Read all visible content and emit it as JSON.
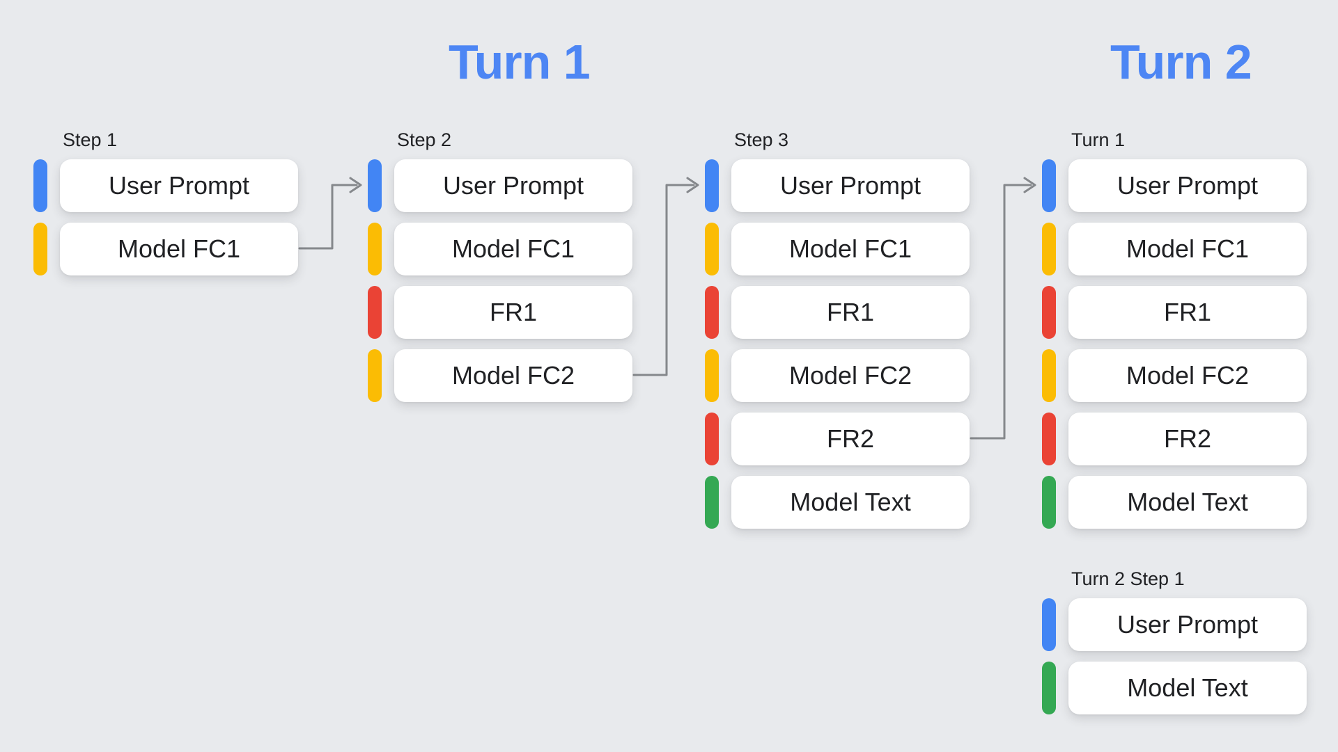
{
  "palette": {
    "blue": "#4285F4",
    "yellow": "#FBBC04",
    "red": "#EA4335",
    "green": "#34A853",
    "title_blue": "#4D86F4",
    "connector_gray": "#85888C",
    "background": "#E8EAED",
    "text": "#202124",
    "box_background": "#FFFFFF"
  },
  "titles": {
    "turn1": "Turn 1",
    "turn2": "Turn 2"
  },
  "columns": [
    {
      "label": "Step 1",
      "items": [
        {
          "label": "User Prompt",
          "color": "blue"
        },
        {
          "label": "Model FC1",
          "color": "yellow"
        }
      ]
    },
    {
      "label": "Step 2",
      "items": [
        {
          "label": "User Prompt",
          "color": "blue"
        },
        {
          "label": "Model FC1",
          "color": "yellow"
        },
        {
          "label": "FR1",
          "color": "red"
        },
        {
          "label": "Model FC2",
          "color": "yellow"
        }
      ]
    },
    {
      "label": "Step 3",
      "items": [
        {
          "label": "User Prompt",
          "color": "blue"
        },
        {
          "label": "Model FC1",
          "color": "yellow"
        },
        {
          "label": "FR1",
          "color": "red"
        },
        {
          "label": "Model FC2",
          "color": "yellow"
        },
        {
          "label": "FR2",
          "color": "red"
        },
        {
          "label": "Model Text",
          "color": "green"
        }
      ]
    },
    {
      "label": "Turn 1",
      "items": [
        {
          "label": "User Prompt",
          "color": "blue"
        },
        {
          "label": "Model FC1",
          "color": "yellow"
        },
        {
          "label": "FR1",
          "color": "red"
        },
        {
          "label": "Model FC2",
          "color": "yellow"
        },
        {
          "label": "FR2",
          "color": "red"
        },
        {
          "label": "Model Text",
          "color": "green"
        }
      ]
    },
    {
      "label": "Turn 2 Step 1",
      "items": [
        {
          "label": "User Prompt",
          "color": "blue"
        },
        {
          "label": "Model Text",
          "color": "green"
        }
      ]
    }
  ],
  "connectors": [
    {
      "from": "Step 1 / Model FC1",
      "to": "Step 2 / User Prompt"
    },
    {
      "from": "Step 2 / Model FC2",
      "to": "Step 3 / User Prompt"
    },
    {
      "from": "Step 3 / FR2",
      "to": "Turn 1 / User Prompt"
    }
  ]
}
